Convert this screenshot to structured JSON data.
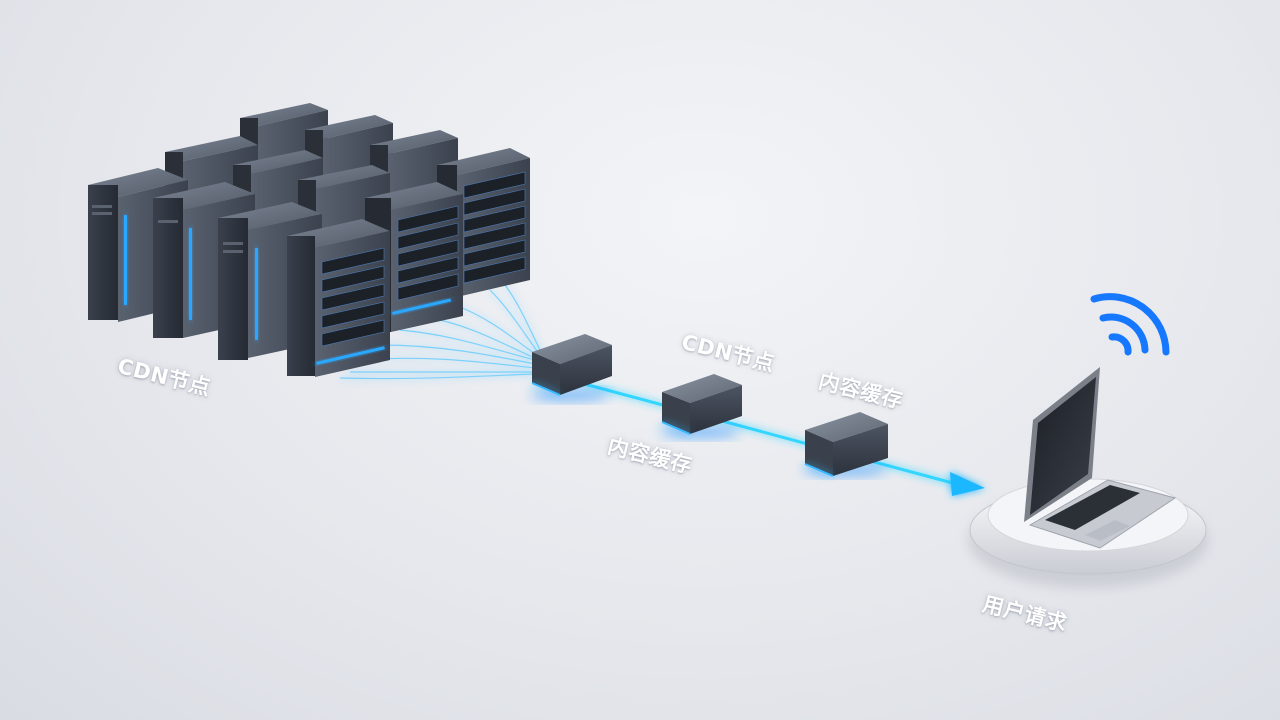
{
  "labels": {
    "server_cluster": "CDN节点",
    "relay_node": "CDN节点",
    "cache_lower": "内容缓存",
    "cache_upper": "内容缓存",
    "user_request": "用户请求"
  },
  "colors": {
    "background": "#e6e8ed",
    "accent_blue": "#1f8fff",
    "cyan_beam": "#33d6ff",
    "server_body": "#2f3540",
    "wifi": "#1677ff"
  },
  "icons": [
    "server-rack-icon",
    "cache-box-icon",
    "arrow-head-icon",
    "laptop-icon",
    "wifi-icon"
  ]
}
